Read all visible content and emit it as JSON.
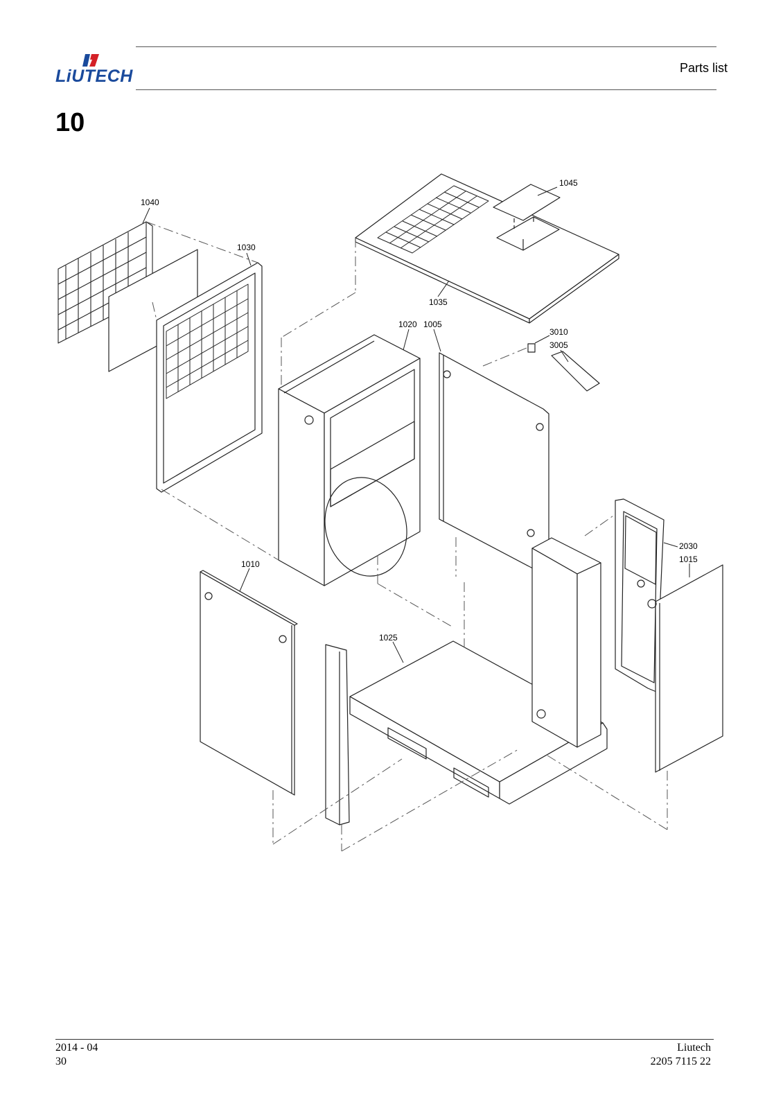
{
  "header": {
    "logo_text": "LiUTECH",
    "section_title": "Parts list"
  },
  "section_number": "10",
  "drawing": {
    "part_labels": [
      "1045",
      "1040",
      "1030",
      "1035",
      "1020",
      "1005",
      "3010",
      "3005",
      "2030",
      "1015",
      "1010",
      "1025"
    ]
  },
  "footer": {
    "date": "2014 - 04",
    "page_number": "30",
    "company": "Liutech",
    "document_number": "2205 7115 22"
  }
}
